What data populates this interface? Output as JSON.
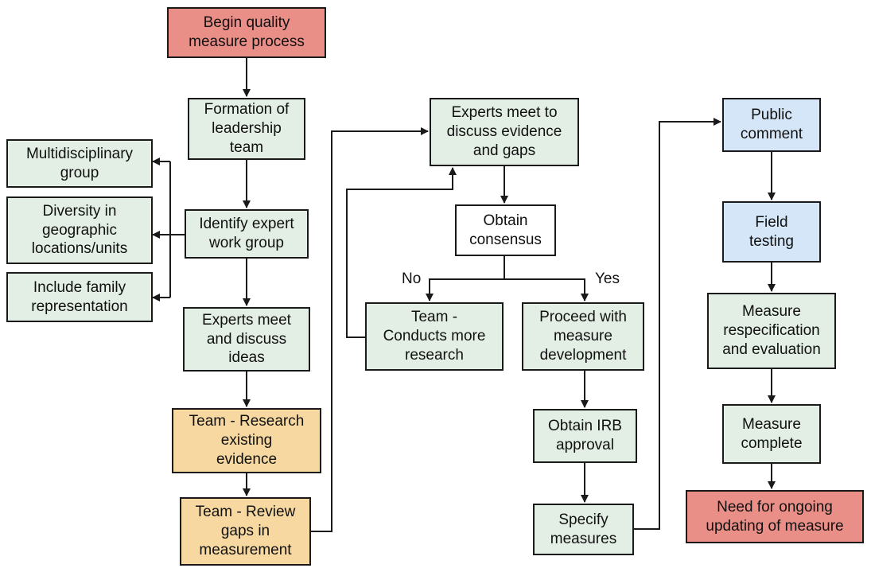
{
  "colors": {
    "process": "#e3efe4",
    "terminal": "#ea8e88",
    "research": "#f7d8a1",
    "review": "#d5e6f8",
    "decision": "#ffffff",
    "line": "#1a1a1a"
  },
  "nodes": {
    "begin": "Begin quality\nmeasure process",
    "leadership": "Formation of\nleadership\nteam",
    "multidisciplinary": "Multidisciplinary\ngroup",
    "diversity": "Diversity in\ngeographic\nlocations/units",
    "family": "Include family\nrepresentation",
    "identify": "Identify expert\nwork group",
    "meet_ideas": "Experts meet\nand discuss\nideas",
    "research": "Team - Research\nexisting\nevidence",
    "review_gaps": "Team - Review\ngaps in\nmeasurement",
    "experts_evidence": "Experts meet to\ndiscuss evidence\nand gaps",
    "consensus": "Obtain\nconsensus",
    "more_research": "Team -\nConducts more\nresearch",
    "proceed": "Proceed with\nmeasure\ndevelopment",
    "irb": "Obtain IRB\napproval",
    "specify": "Specify\nmeasures",
    "public": "Public\ncomment",
    "field": "Field\ntesting",
    "respec": "Measure\nrespecification\nand evaluation",
    "complete": "Measure\ncomplete",
    "ongoing": "Need for ongoing\nupdating of measure"
  },
  "edge_labels": {
    "no": "No",
    "yes": "Yes"
  }
}
